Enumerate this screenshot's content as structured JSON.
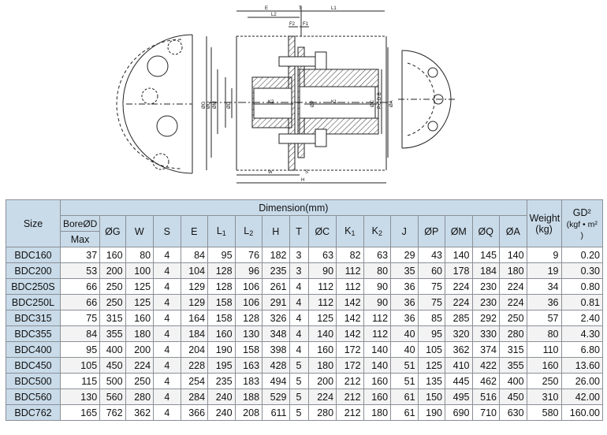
{
  "drawing": {
    "labels": {
      "E": "E",
      "T": "T",
      "L1": "L1",
      "L2": "L2",
      "F2": "F2",
      "F1": "F1",
      "K1": "K1",
      "K2": "K2",
      "J": "J",
      "W": "W",
      "S": "S",
      "H": "H",
      "PCD": "P.C.D B",
      "A": "ØA",
      "C": "ØC",
      "P": "ØP",
      "G": "ØG",
      "Q": "ØQ",
      "M": "ØM",
      "D": "ØD"
    }
  },
  "table": {
    "header": {
      "size": "Size",
      "dimension": "Dimension(mm)",
      "bore": "BoreØD",
      "max": "Max",
      "cols": [
        "ØG",
        "W",
        "S",
        "E",
        "L",
        "L",
        "H",
        "T",
        "ØC",
        "K",
        "K",
        "J",
        "ØP",
        "ØM",
        "ØQ",
        "ØA"
      ],
      "subs": [
        "",
        "",
        "",
        "",
        "1",
        "2",
        "",
        "",
        "",
        "1",
        "2",
        "",
        "",
        "",
        "",
        ""
      ],
      "weight": "Weight",
      "weight_unit": "(kg)",
      "gd2": "GD²",
      "gd2_unit": "(kgf • m² )"
    },
    "rows": [
      {
        "size": "BDC160",
        "vals": [
          "37",
          "160",
          "80",
          "4",
          "84",
          "95",
          "76",
          "182",
          "3",
          "63",
          "82",
          "63",
          "29",
          "43",
          "140",
          "145",
          "140",
          "9",
          "0.20"
        ]
      },
      {
        "size": "BDC200",
        "vals": [
          "53",
          "200",
          "100",
          "4",
          "104",
          "128",
          "96",
          "235",
          "3",
          "90",
          "112",
          "80",
          "35",
          "60",
          "178",
          "184",
          "180",
          "19",
          "0.30"
        ]
      },
      {
        "size": "BDC250S",
        "vals": [
          "66",
          "250",
          "125",
          "4",
          "129",
          "128",
          "106",
          "261",
          "4",
          "112",
          "112",
          "90",
          "36",
          "75",
          "224",
          "230",
          "224",
          "34",
          "0.80"
        ]
      },
      {
        "size": "BDC250L",
        "vals": [
          "66",
          "250",
          "125",
          "4",
          "129",
          "158",
          "106",
          "291",
          "4",
          "112",
          "142",
          "90",
          "36",
          "75",
          "224",
          "230",
          "224",
          "36",
          "0.81"
        ]
      },
      {
        "size": "BDC315",
        "vals": [
          "75",
          "315",
          "160",
          "4",
          "164",
          "158",
          "128",
          "326",
          "4",
          "125",
          "142",
          "112",
          "36",
          "85",
          "285",
          "292",
          "250",
          "57",
          "2.40"
        ]
      },
      {
        "size": "BDC355",
        "vals": [
          "84",
          "355",
          "180",
          "4",
          "184",
          "160",
          "130",
          "348",
          "4",
          "140",
          "142",
          "112",
          "40",
          "95",
          "320",
          "330",
          "280",
          "80",
          "4.30"
        ]
      },
      {
        "size": "BDC400",
        "vals": [
          "95",
          "400",
          "200",
          "4",
          "204",
          "190",
          "158",
          "398",
          "4",
          "160",
          "172",
          "140",
          "40",
          "105",
          "362",
          "374",
          "315",
          "110",
          "6.80"
        ]
      },
      {
        "size": "BDC450",
        "vals": [
          "105",
          "450",
          "224",
          "4",
          "228",
          "195",
          "163",
          "428",
          "5",
          "180",
          "172",
          "140",
          "51",
          "125",
          "410",
          "422",
          "355",
          "160",
          "13.60"
        ]
      },
      {
        "size": "BDC500",
        "vals": [
          "115",
          "500",
          "250",
          "4",
          "254",
          "235",
          "183",
          "494",
          "5",
          "200",
          "212",
          "160",
          "51",
          "135",
          "445",
          "462",
          "400",
          "250",
          "26.00"
        ]
      },
      {
        "size": "BDC560",
        "vals": [
          "130",
          "560",
          "280",
          "4",
          "284",
          "240",
          "188",
          "529",
          "5",
          "224",
          "212",
          "160",
          "61",
          "150",
          "495",
          "516",
          "450",
          "310",
          "42.00"
        ]
      },
      {
        "size": "BDC762",
        "vals": [
          "165",
          "762",
          "362",
          "4",
          "366",
          "240",
          "208",
          "611",
          "5",
          "280",
          "212",
          "180",
          "61",
          "190",
          "690",
          "710",
          "630",
          "580",
          "160.00"
        ]
      }
    ]
  }
}
